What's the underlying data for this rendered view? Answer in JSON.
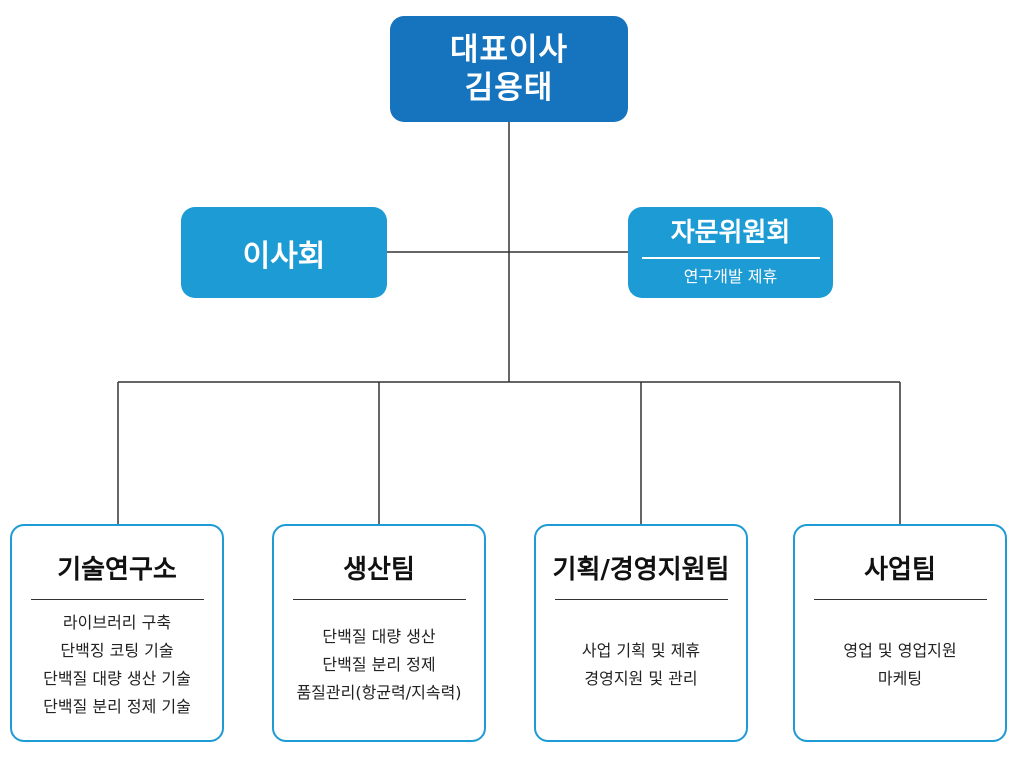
{
  "ceo": {
    "role": "대표이사",
    "name": "김용태"
  },
  "board": {
    "title": "이사회"
  },
  "advisory": {
    "title": "자문위원회",
    "subtitle": "연구개발 제휴"
  },
  "teams": [
    {
      "title": "기술연구소",
      "items": [
        "라이브러리 구축",
        "단백징 코팅 기술",
        "단백질 대량 생산 기술",
        "단백질 분리 정제 기술"
      ]
    },
    {
      "title": "생산팀",
      "items": [
        "단백질 대량 생산",
        "단백질 분리 정제",
        "품질관리(항균력/지속력)"
      ]
    },
    {
      "title": "기획/경영지원팀",
      "items": [
        "사업 기획 및 제휴",
        "경영지원 및 관리"
      ]
    },
    {
      "title": "사업팀",
      "items": [
        "영업 및 영업지원",
        "마케팅"
      ]
    }
  ],
  "colors": {
    "ceo_fill": "#1673be",
    "unit_fill": "#1c9bd4",
    "team_border": "#1c9bd4",
    "connector": "#333333"
  }
}
